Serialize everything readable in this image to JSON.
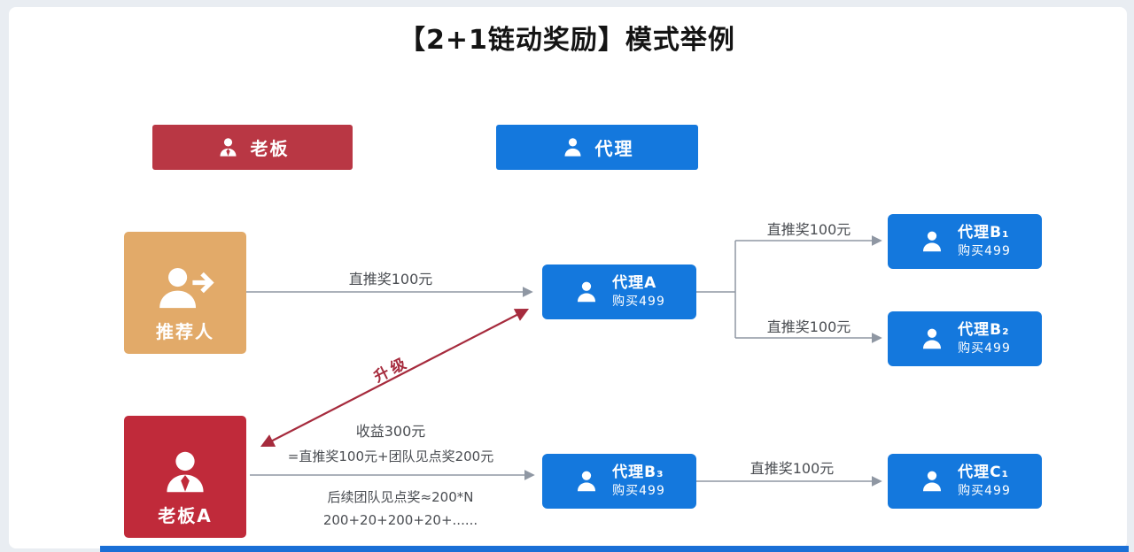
{
  "title": "【2+1链动奖励】模式举例",
  "legend": {
    "boss": {
      "label": "老板"
    },
    "agent": {
      "label": "代理"
    }
  },
  "nodes": {
    "referrer": {
      "label": "推荐人"
    },
    "bossA": {
      "label": "老板A"
    },
    "agentA": {
      "title": "代理A",
      "subtitle": "购买499"
    },
    "agentB1": {
      "title": "代理B₁",
      "subtitle": "购买499"
    },
    "agentB2": {
      "title": "代理B₂",
      "subtitle": "购买499"
    },
    "agentB3": {
      "title": "代理B₃",
      "subtitle": "购买499"
    },
    "agentC1": {
      "title": "代理C₁",
      "subtitle": "购买499"
    }
  },
  "edges": {
    "referrer_to_agentA": "直推奖100元",
    "agentA_to_agentB1": "直推奖100元",
    "agentA_to_agentB2": "直推奖100元",
    "upgrade": "升级",
    "bossA_income_line1": "收益300元",
    "bossA_income_line2": "=直推奖100元+团队见点奖200元",
    "bossA_followup_line1": "后续团队见点奖≈200*N",
    "bossA_followup_line2": "200+20+200+20+......",
    "agentB3_to_agentC1": "直推奖100元"
  },
  "colors": {
    "legend_boss_red": "#b93744",
    "boss_box_red": "#c02a3a",
    "agent_blue": "#1478dd",
    "referrer_tan": "#e2aa69",
    "arrow_gray": "#8f97a3",
    "upgrade_arrow_red": "#a62b3d",
    "bottom_bar_blue": "#1a6fd6"
  }
}
